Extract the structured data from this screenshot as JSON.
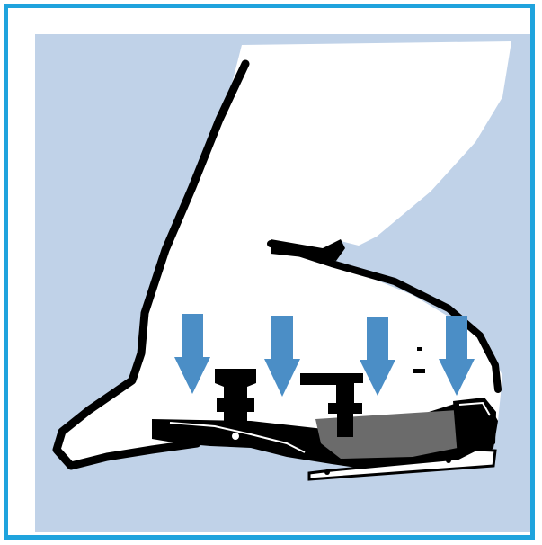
{
  "colors": {
    "frame_border": "#1fa3dd",
    "panel_background": "#c0d2e8",
    "arrow": "#4b8ec6",
    "outline": "#000000",
    "leg": "#ffffff",
    "plate": "#6b6b6b"
  },
  "illustration": {
    "arrows": [
      {
        "direction": "down"
      },
      {
        "direction": "down"
      },
      {
        "direction": "down"
      },
      {
        "direction": "down"
      }
    ]
  }
}
